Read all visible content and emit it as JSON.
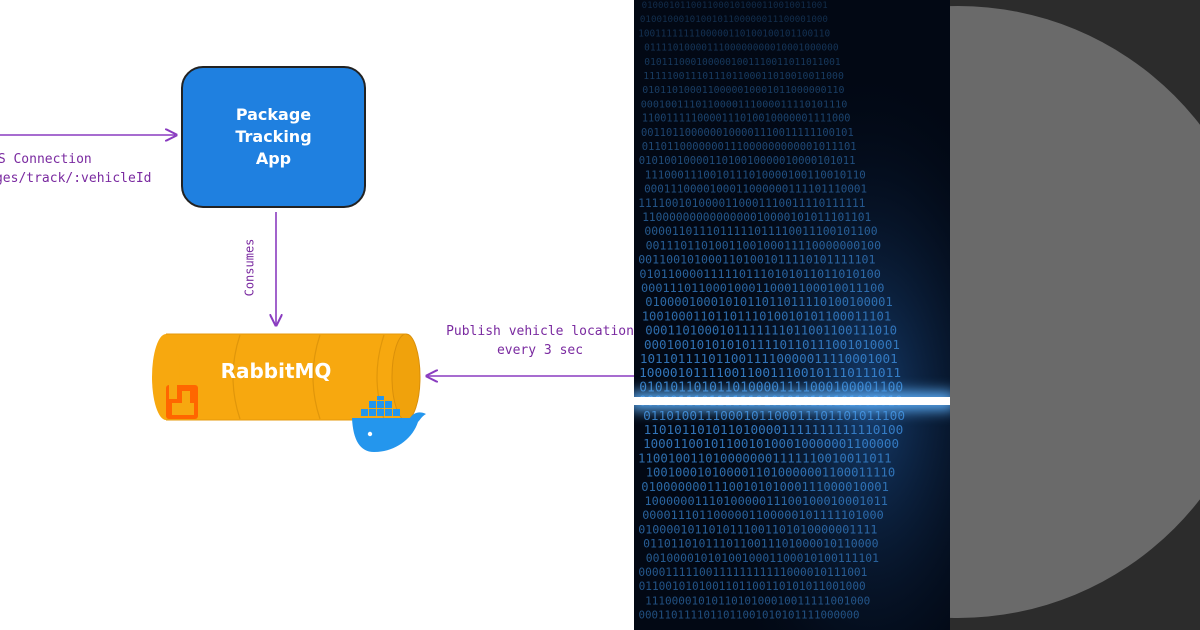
{
  "diagram": {
    "app_box": {
      "label": "Package Tracking\nApp"
    },
    "ws_connection": {
      "line1": "WS Connection",
      "line2": "/packages/track/:vehicleId"
    },
    "consumes_label": "Consumes",
    "queue": {
      "label": "RabbitMQ"
    },
    "publish_label": {
      "line1": "Publish vehicle location",
      "line2": "every 3 sec"
    }
  },
  "colors": {
    "app_box": "#1f80e0",
    "queue": "#f7a80f",
    "arrow": "#8a3cc0",
    "label": "#7a2aa0",
    "rabbitmq_logo": "#ff6600",
    "docker_logo": "#2496ed",
    "binary_glow": "#3d8fe0",
    "circle": "#6a6a6a",
    "circle_bg": "#2c2c2c"
  },
  "icons": [
    "rabbitmq-logo-icon",
    "docker-whale-icon"
  ]
}
